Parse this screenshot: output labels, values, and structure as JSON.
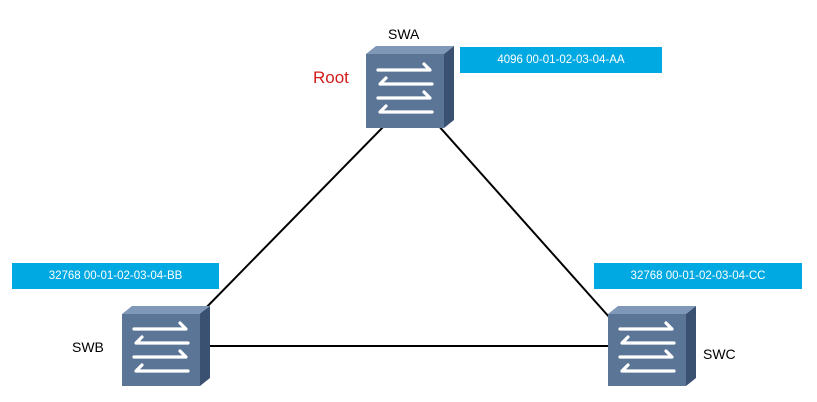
{
  "colors": {
    "id_box": "#00a9e2",
    "root_text": "#d21c1c",
    "link": "#000000",
    "switch_front": "#5b7596",
    "switch_top": "#7f98b8",
    "switch_side": "#3b5171"
  },
  "switches": [
    {
      "key": "swa",
      "name": "SWA",
      "bridge_id": "4096 00-01-02-03-04-AA",
      "role": "Root"
    },
    {
      "key": "swb",
      "name": "SWB",
      "bridge_id": "32768 00-01-02-03-04-BB"
    },
    {
      "key": "swc",
      "name": "SWC",
      "bridge_id": "32768 00-01-02-03-04-CC"
    }
  ],
  "links": [
    {
      "from": "SWA",
      "to": "SWB"
    },
    {
      "from": "SWA",
      "to": "SWC"
    },
    {
      "from": "SWB",
      "to": "SWC"
    }
  ]
}
